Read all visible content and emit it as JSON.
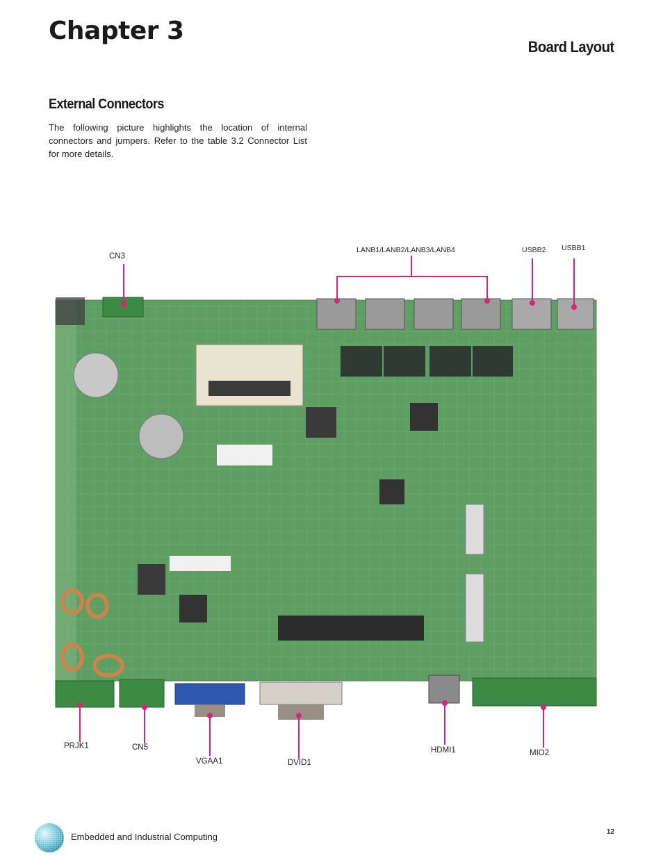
{
  "header": {
    "chapter": "Chapter 3",
    "section": "Board Layout"
  },
  "content": {
    "subtitle": "External Connectors",
    "intro": "The following picture highlights the location of internal connectors and jumpers. Refer to the table 3.2 Connector List for more details."
  },
  "callouts": {
    "cn3": "CN3",
    "lanb": "LANB1/LANB2/LANB3/LANB4",
    "usbb2": "USBB2",
    "usbb1": "USBB1",
    "prjk1": "PRJK1",
    "cn5": "CN5",
    "vgaa1": "VGAA1",
    "dvid1": "DVID1",
    "hdmi1": "HDMI1",
    "mio2": "MIO2"
  },
  "footer": {
    "text": "Embedded and Industrial Computing",
    "page": "12"
  },
  "colors": {
    "callout_line": "#d6257a",
    "board_green": "#5d9d5f",
    "connector_green": "#2f7d3a"
  }
}
